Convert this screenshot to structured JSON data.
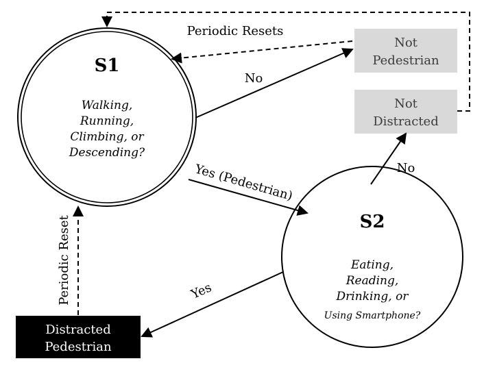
{
  "states": {
    "s1": {
      "title": "S1",
      "question_lines": [
        "Walking,",
        "Running,",
        "Climbing, or",
        "Descending?"
      ]
    },
    "s2": {
      "title": "S2",
      "question_lines": [
        "Eating,",
        "Reading,",
        "Drinking, or",
        "Using Smartphone?"
      ]
    }
  },
  "outcomes": {
    "not_pedestrian": [
      "Not",
      "Pedestrian"
    ],
    "not_distracted": [
      "Not",
      "Distracted"
    ],
    "distracted_pedestrian": [
      "Distracted",
      "Pedestrian"
    ]
  },
  "edges": {
    "periodic_resets": "Periodic Resets",
    "s1_no": "No",
    "s1_yes": "Yes (Pedestrian)",
    "s2_no": "No",
    "s2_yes": "Yes",
    "periodic_reset": "Periodic Reset"
  },
  "colors": {
    "outcome_gray_fill": "#d9d9d9",
    "outcome_gray_text": "#3b3b3b",
    "outcome_black_fill": "#000000",
    "outcome_black_text": "#ffffff",
    "line": "#000000"
  }
}
